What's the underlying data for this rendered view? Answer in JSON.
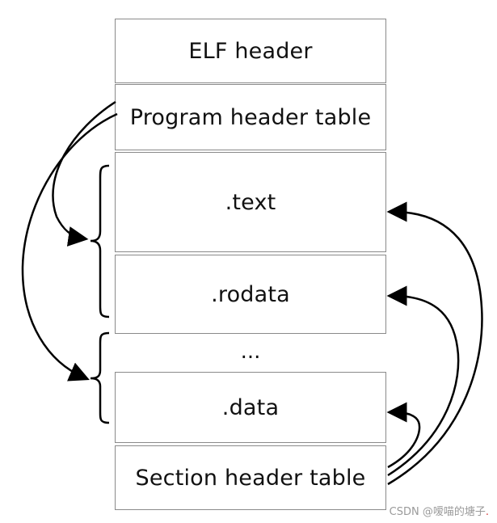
{
  "sections": {
    "elf_header": "ELF header",
    "program_header_table": "Program header table",
    "text": ".text",
    "rodata": ".rodata",
    "ellipsis": "...",
    "data": ".data",
    "section_header_table": "Section header table"
  },
  "watermark": {
    "text": "CSDN @嗳喵的塘子",
    "dot": "."
  },
  "colors": {
    "box_border": "#8a8a8a",
    "arrow": "#000000",
    "text": "#111111",
    "watermark": "#9a9a9a"
  }
}
